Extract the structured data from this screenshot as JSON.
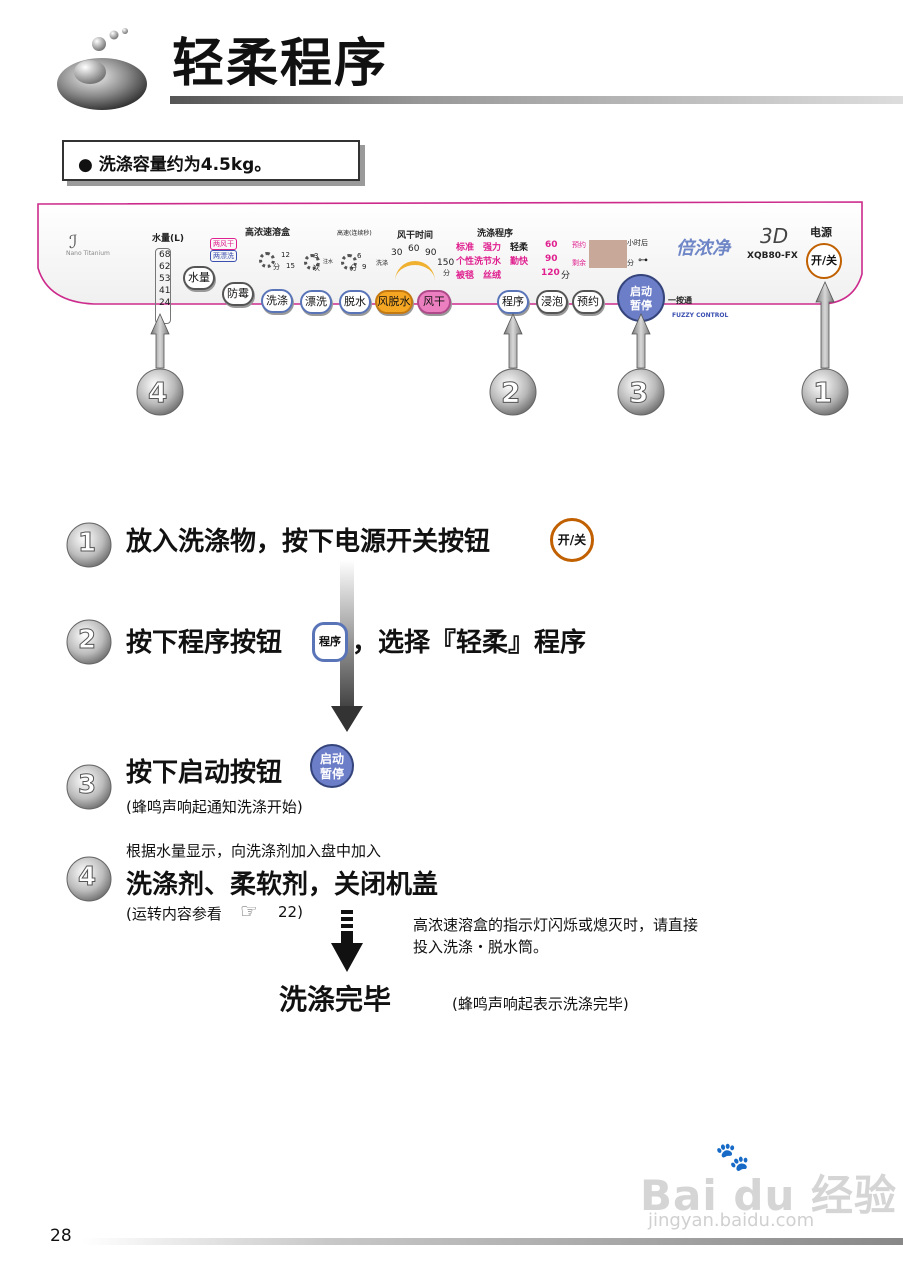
{
  "header": {
    "title": "轻柔程序"
  },
  "capacity_note": "洗涤容量约为4.5kg。",
  "panel": {
    "water_level_label": "水量(L)",
    "water_levels": [
      "68",
      "62",
      "53",
      "41",
      "24"
    ],
    "high_conc_label": "高浓速溶盒",
    "mode_tags": [
      "两风干",
      "两漂洗"
    ],
    "dial1_nums": [
      "12",
      "15"
    ],
    "dial2_nums": [
      "3",
      "次"
    ],
    "dial3_nums": [
      "6",
      "9"
    ],
    "dial_unit": "分",
    "dial2_sub": "注水",
    "spin_label": "高速(连续秒)",
    "air_dry_time_label": "风干时间",
    "air_dry_values": [
      "30",
      "60",
      "90",
      "150"
    ],
    "air_dry_unit": "分",
    "wash_label": "洗涤",
    "program_label": "洗涤程序",
    "programs": [
      "标准",
      "强力",
      "轻柔",
      "个性洗",
      "节水",
      "勤快",
      "被毯",
      "丝绒"
    ],
    "reserve_values": [
      "60",
      "90",
      "120"
    ],
    "reserve_unit": "分",
    "reserve_label": "预约",
    "remain_label": "剩余",
    "hour_label": "小时后",
    "min_label": "分",
    "brand": "倍浓净",
    "model": "XQB80-FX",
    "power_label": "电源",
    "power_button": "开/关",
    "buttons": {
      "water": "水量",
      "mildew": "防霉",
      "wash": "洗涤",
      "rinse": "漂洗",
      "spin": "脱水",
      "air_spin": "风脱水",
      "air_dry": "风干",
      "program": "程序",
      "soak": "浸泡",
      "reserve": "预约"
    },
    "start_button": [
      "启动",
      "暂停"
    ],
    "one_touch": "一按通",
    "fuzzy": "FUZZY CONTROL",
    "callouts": [
      "4",
      "2",
      "3",
      "1"
    ]
  },
  "steps": [
    {
      "num": "1",
      "text": "放入洗涤物，按下电源开关按钮",
      "button": "开/关"
    },
    {
      "num": "2",
      "text_before": "按下程序按钮",
      "button": "程序",
      "text_after": "，选择『轻柔』程序"
    },
    {
      "num": "3",
      "text": "按下启动按钮",
      "button": [
        "启动",
        "暂停"
      ],
      "sub": "(蜂鸣声响起通知洗涤开始)"
    },
    {
      "num": "4",
      "pre": "根据水量显示，向洗涤剂加入盘中加入",
      "text": "洗涤剂、柔软剂，关闭机盖",
      "sub": "(运转内容参看",
      "sub_page": "22)"
    }
  ],
  "note": [
    "高浓速溶盒的指示灯闪烁或熄灭时，请直接",
    "投入洗涤・脱水筒。"
  ],
  "finish": {
    "text": "洗涤完毕",
    "sub": "(蜂鸣声响起表示洗涤完毕)"
  },
  "page_number": "28",
  "watermark": {
    "brand": "Bai du 经验",
    "url": "jingyan.baidu.com"
  }
}
